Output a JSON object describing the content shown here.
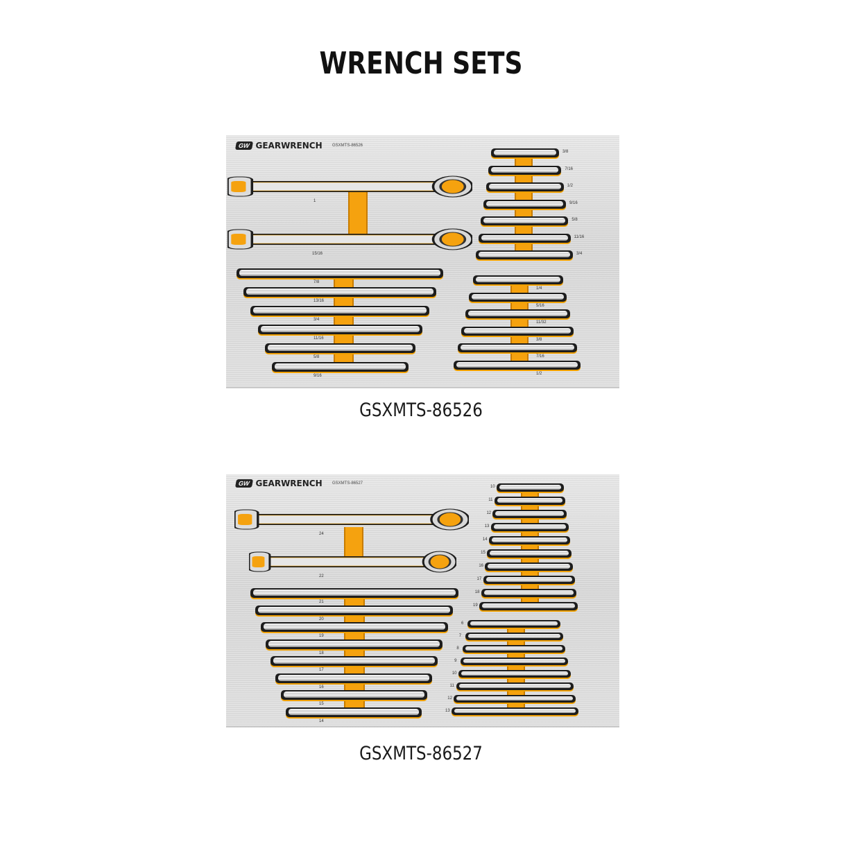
{
  "title": "WRENCH SETS",
  "trays": [
    {
      "brand": "GEARWRENCH",
      "brand_badge": "GW",
      "model_code": "GSXMTS-86526",
      "caption": "GSXMTS-86526",
      "big_wrenches": [
        "1",
        "15/16"
      ],
      "top_right": [
        "3/8",
        "7/16",
        "1/2",
        "9/16",
        "5/8",
        "11/16",
        "3/4"
      ],
      "bottom_left": [
        "7/8",
        "13/16",
        "3/4",
        "11/16",
        "5/8",
        "9/16"
      ],
      "bottom_right": [
        "1/4",
        "5/16",
        "11/32",
        "3/8",
        "7/16",
        "1/2"
      ]
    },
    {
      "brand": "GEARWRENCH",
      "brand_badge": "GW",
      "model_code": "GSXMTS-86527",
      "caption": "GSXMTS-86527",
      "big_wrenches": [
        "24",
        "22"
      ],
      "top_right": [
        "10",
        "11",
        "12",
        "13",
        "14",
        "15",
        "16",
        "17",
        "18",
        "19"
      ],
      "bottom_left": [
        "21",
        "20",
        "19",
        "18",
        "17",
        "16",
        "15",
        "14"
      ],
      "bottom_right": [
        "6",
        "7",
        "8",
        "9",
        "10",
        "11",
        "12",
        "13"
      ]
    }
  ],
  "colors": {
    "foam": "#f5a20f",
    "tray": "#e0e0e0",
    "slot": "#1d1d1d"
  }
}
